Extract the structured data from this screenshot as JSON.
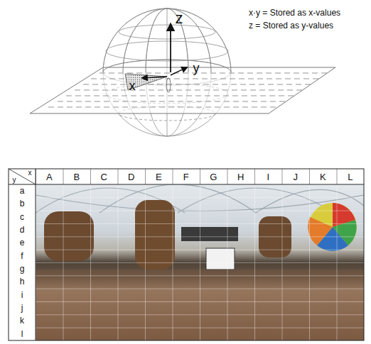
{
  "diagram": {
    "labels": [
      "z",
      "x",
      "y",
      "x·y = Stored as x-values",
      "z = Stored as y-values",
      "x",
      "y",
      "A",
      "B",
      "C",
      "D",
      "E",
      "F",
      "G",
      "H",
      "I",
      "J",
      "K",
      "L",
      "a",
      "b",
      "c",
      "d",
      "e",
      "f",
      "g",
      "h",
      "i",
      "j",
      "k",
      "l"
    ]
  }
}
